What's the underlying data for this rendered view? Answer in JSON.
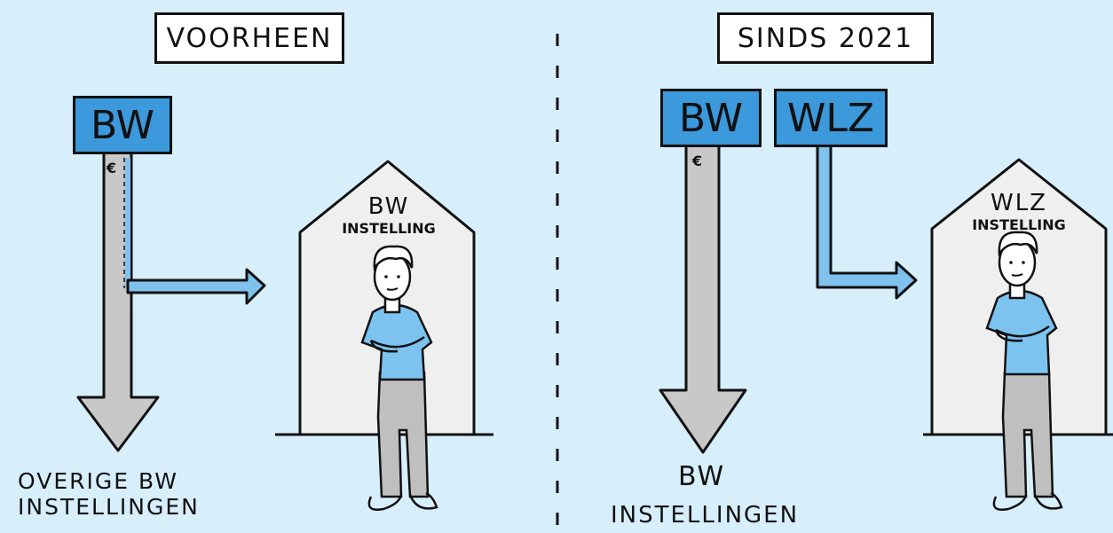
{
  "left": {
    "title": "VOORHEEN",
    "funder_box": "BW",
    "euro_symbol": "€",
    "house_label_line1": "BW",
    "house_label_line2": "INSTELLING",
    "bottom_label_line1": "OVERIGE BW",
    "bottom_label_line2": "INSTELLINGEN"
  },
  "right": {
    "title": "SINDS 2021",
    "funder_box_1": "BW",
    "funder_box_2": "WLZ",
    "euro_symbol": "€",
    "house_label_line1": "WLZ",
    "house_label_line2": "INSTELLING",
    "bottom_label_line1": "BW",
    "bottom_label_line2": "INSTELLINGEN"
  },
  "colors": {
    "background": "#d7eefb",
    "box_blue": "#3b99dc",
    "arrow_grey": "#c8c8c8",
    "arrow_blue": "#7fc2ee",
    "house_fill": "#efefef",
    "shirt_blue": "#7cc3ef",
    "pants_grey": "#bfbfbf"
  }
}
